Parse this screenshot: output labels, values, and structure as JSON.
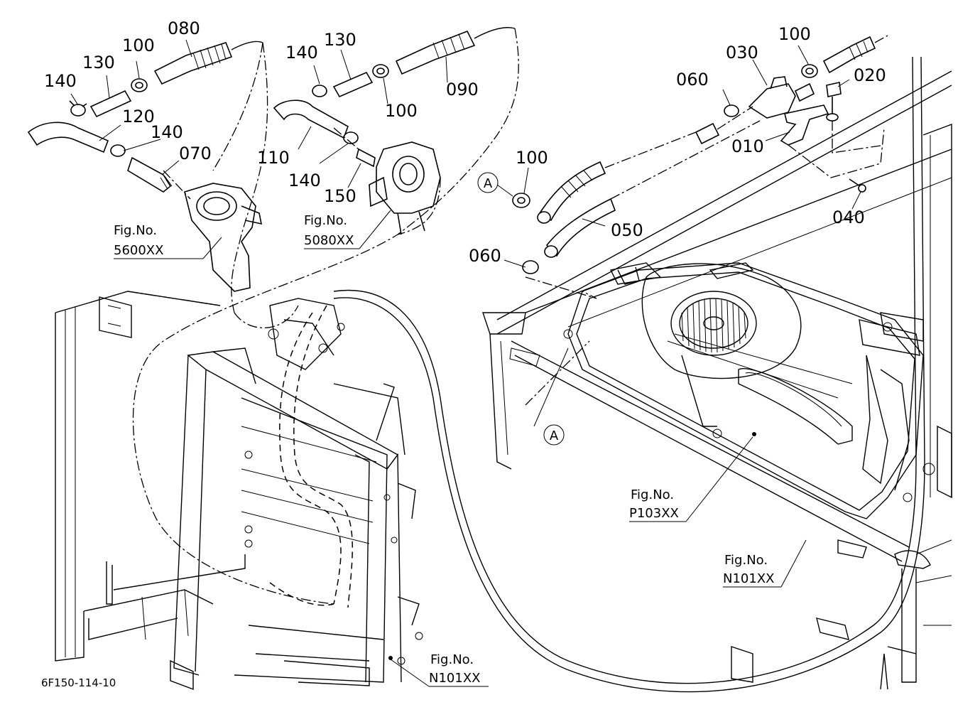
{
  "diagram_code": "6F150-114-10",
  "callouts": [
    {
      "id": "c-140-a",
      "text": "140"
    },
    {
      "id": "c-130-a",
      "text": "130"
    },
    {
      "id": "c-100-a",
      "text": "100"
    },
    {
      "id": "c-080",
      "text": "080"
    },
    {
      "id": "c-120",
      "text": "120"
    },
    {
      "id": "c-140-b",
      "text": "140"
    },
    {
      "id": "c-070",
      "text": "070"
    },
    {
      "id": "c-140-c",
      "text": "140"
    },
    {
      "id": "c-130-b",
      "text": "130"
    },
    {
      "id": "c-100-b",
      "text": "100"
    },
    {
      "id": "c-090",
      "text": "090"
    },
    {
      "id": "c-110",
      "text": "110"
    },
    {
      "id": "c-140-d",
      "text": "140"
    },
    {
      "id": "c-150",
      "text": "150"
    },
    {
      "id": "c-100-c",
      "text": "100"
    },
    {
      "id": "c-060-a",
      "text": "060"
    },
    {
      "id": "c-030",
      "text": "030"
    },
    {
      "id": "c-100-d",
      "text": "100"
    },
    {
      "id": "c-020",
      "text": "020"
    },
    {
      "id": "c-010",
      "text": "010"
    },
    {
      "id": "c-040",
      "text": "040"
    },
    {
      "id": "c-050",
      "text": "050"
    },
    {
      "id": "c-060-b",
      "text": "060"
    }
  ],
  "markers": [
    {
      "id": "m-a-top",
      "text": "A"
    },
    {
      "id": "m-a-bottom",
      "text": "A"
    }
  ],
  "figure_refs": [
    {
      "id": "f-5600",
      "line1": "Fig.No.",
      "line2": "5600XX"
    },
    {
      "id": "f-5080",
      "line1": "Fig.No.",
      "line2": "5080XX"
    },
    {
      "id": "f-p103",
      "line1": "Fig.No.",
      "line2": "P103XX"
    },
    {
      "id": "f-n101-a",
      "line1": "Fig.No.",
      "line2": "N101XX"
    },
    {
      "id": "f-n101-b",
      "line1": "Fig.No.",
      "line2": "N101XX"
    }
  ]
}
